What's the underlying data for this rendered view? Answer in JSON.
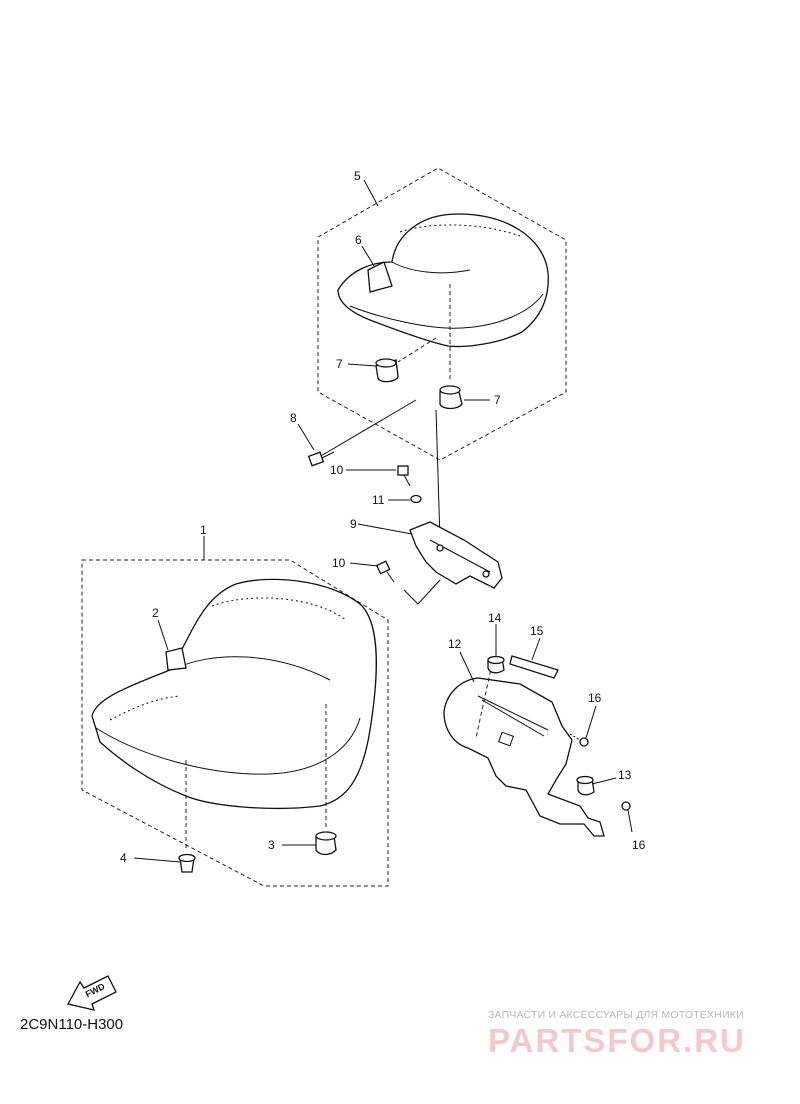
{
  "diagram": {
    "callouts": [
      "1",
      "2",
      "3",
      "4",
      "5",
      "6",
      "7",
      "7",
      "8",
      "9",
      "10",
      "10",
      "11",
      "12",
      "13",
      "14",
      "15",
      "16",
      "16"
    ],
    "fwd_label": "FWD",
    "drawing_code": "2C9N110-H300"
  },
  "watermark": {
    "tagline": "ЗАПЧАСТИ И АКСЕССУАРЫ ДЛЯ МОТОТЕХНИКИ",
    "brand": "PARTSFOR.RU"
  }
}
